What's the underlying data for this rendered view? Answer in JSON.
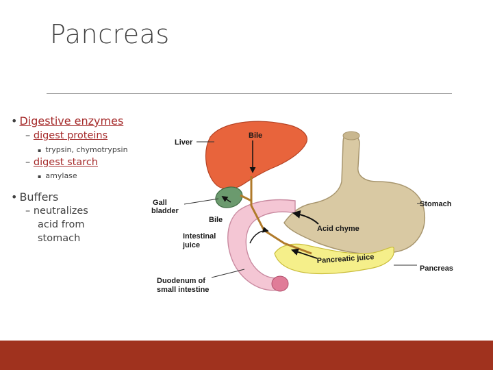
{
  "slide": {
    "title": "Pancreas"
  },
  "bullets": {
    "b1": {
      "text": "Digestive enzymes"
    },
    "b1a": {
      "text": "digest proteins"
    },
    "b1a_i": {
      "text": "trypsin, chymotrypsin"
    },
    "b1b": {
      "text": "digest starch"
    },
    "b1b_i": {
      "text": "amylase"
    },
    "b2": {
      "text": "Buffers"
    },
    "b2a_line1": {
      "text": "neutralizes"
    },
    "b2a_line2": {
      "text": "acid from"
    },
    "b2a_line3": {
      "text": "stomach"
    }
  },
  "diagram": {
    "labels": {
      "liver": "Liver",
      "bile_top": "Bile",
      "gall1": "Gall",
      "gall2": "bladder",
      "bile_bottom": "Bile",
      "stomach": "Stomach",
      "acid_chyme": "Acid chyme",
      "intestinal1": "Intestinal",
      "intestinal2": "juice",
      "pancreatic_juice": "Pancreatic juice",
      "pancreas": "Pancreas",
      "duodenum1": "Duodenum of",
      "duodenum2": "small intestine"
    },
    "colors": {
      "liver": "#e8643c",
      "stomach": "#d9c9a3",
      "gallbladder": "#6b9a6e",
      "duodenum": "#f4c6d4",
      "pancreas": "#f5ef8a",
      "duct": "#b07a2a"
    }
  },
  "theme": {
    "footer_color": "#a0321e",
    "accent_red": "#a52a2a"
  }
}
